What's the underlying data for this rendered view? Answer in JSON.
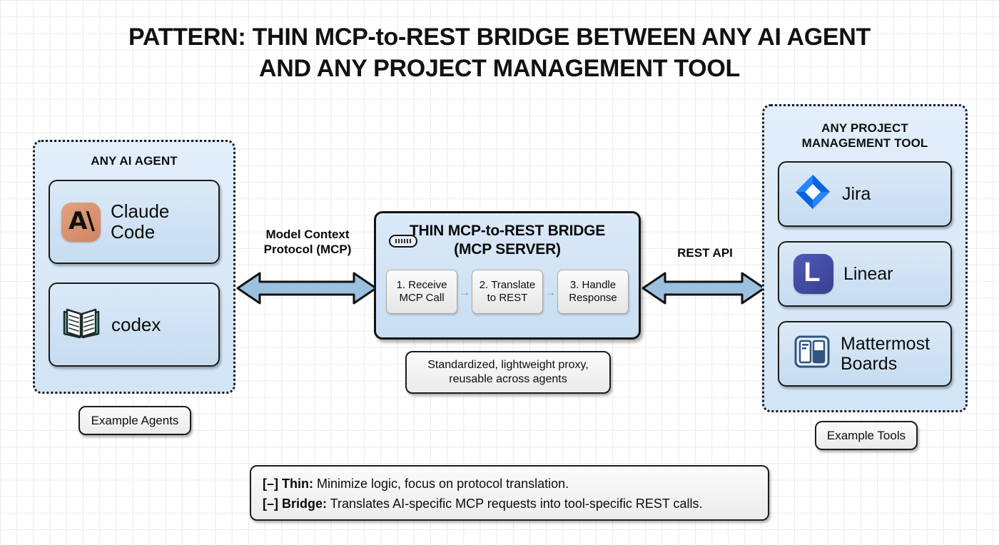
{
  "title": {
    "line1": "PATTERN: THIN MCP-to-REST BRIDGE BETWEEN ANY AI AGENT",
    "line2": "AND ANY PROJECT MANAGEMENT TOOL"
  },
  "agents_panel": {
    "heading": "ANY AI AGENT",
    "caption": "Example Agents",
    "items": [
      {
        "label_line1": "Claude",
        "label_line2": "Code",
        "icon": "claude-logo-icon"
      },
      {
        "label_line1": "codex",
        "label_line2": "",
        "icon": "open-book-icon"
      }
    ]
  },
  "bridge": {
    "icon": "usb-port-icon",
    "title_line1": "THIN MCP-to-REST BRIDGE",
    "title_line2": "(MCP SERVER)",
    "steps": [
      {
        "line1": "1. Receive",
        "line2": "MCP Call"
      },
      {
        "line1": "2. Translate",
        "line2": "to REST"
      },
      {
        "line1": "3. Handle",
        "line2": "Response"
      }
    ],
    "step_arrow": "→",
    "note_line1": "Standardized, lightweight proxy,",
    "note_line2": "reusable across agents"
  },
  "tools_panel": {
    "heading_line1": "ANY PROJECT",
    "heading_line2": "MANAGEMENT TOOL",
    "caption": "Example Tools",
    "items": [
      {
        "label_line1": "Jira",
        "label_line2": "",
        "icon": "jira-diamond-icon"
      },
      {
        "label_line1": "Linear",
        "label_line2": "",
        "icon": "linear-logo-icon"
      },
      {
        "label_line1": "Mattermost",
        "label_line2": "Boards",
        "icon": "mattermost-boards-icon"
      }
    ]
  },
  "connectors": {
    "left_label_line1": "Model Context",
    "left_label_line2": "Protocol (MCP)",
    "right_label": "REST API"
  },
  "legend": {
    "rows": [
      {
        "marker": "[–]",
        "term": "Thin:",
        "text": " Minimize logic, focus on protocol translation."
      },
      {
        "marker": "[–]",
        "term": "Bridge:",
        "text": " Translates AI-specific MCP requests into tool-specific REST calls."
      }
    ]
  },
  "colors": {
    "panel_fill": "#dbe9f7",
    "panel_border": "#1a1a1a",
    "arrow_fill": "#9cc0e0",
    "claude_orange": "#d79070",
    "jira_blue": "#2684ff",
    "linear_indigo": "#4349a8",
    "mattermost_navy": "#2f5580",
    "codex_teal": "#63c2bd",
    "step_gray": "#efefef"
  }
}
